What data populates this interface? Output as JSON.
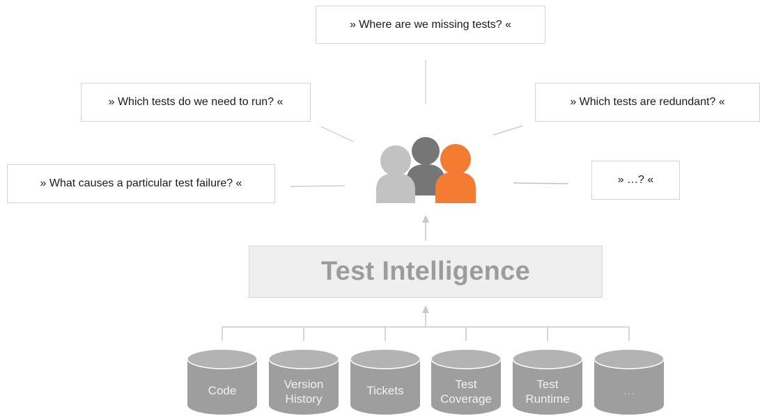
{
  "questions": {
    "missing_tests": "» Where are we missing tests? «",
    "which_tests_run": "» Which tests do we need to run? «",
    "redundant_tests": "» Which tests are redundant? «",
    "test_failure_cause": "» What causes a particular test failure? «",
    "more": "» …? «"
  },
  "center": {
    "title": "Test Intelligence"
  },
  "sources": [
    {
      "line1": "Code",
      "line2": ""
    },
    {
      "line1": "Version",
      "line2": "History"
    },
    {
      "line1": "Tickets",
      "line2": ""
    },
    {
      "line1": "Test",
      "line2": "Coverage"
    },
    {
      "line1": "Test",
      "line2": "Runtime"
    },
    {
      "line1": "…",
      "line2": ""
    }
  ],
  "colors": {
    "person_left": "#c2c2c2",
    "person_middle": "#767676",
    "person_right": "#f47c32",
    "database": "#9e9e9e",
    "database_top": "#b3b3b3",
    "connector": "#c8c8c8"
  },
  "icons": {
    "people": "people-group-icon",
    "database": "database-cylinder-icon"
  }
}
